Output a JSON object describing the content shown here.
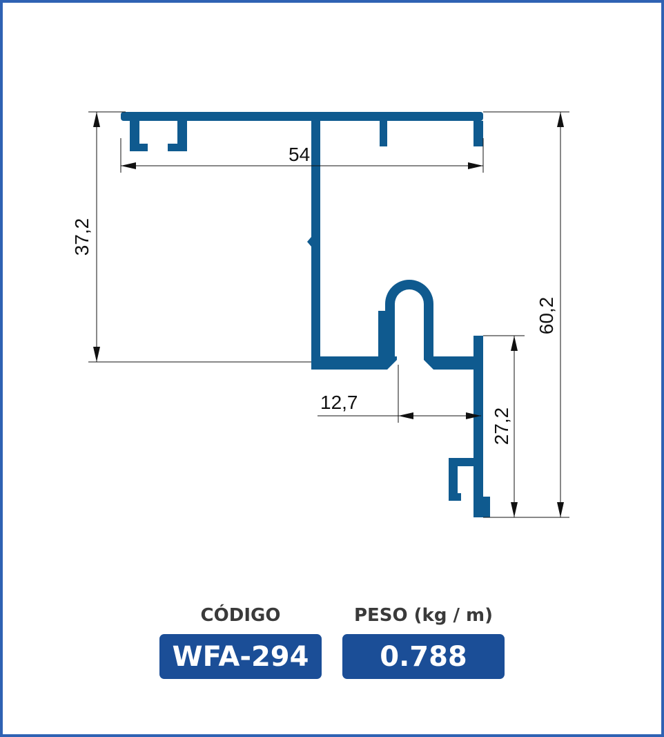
{
  "colors": {
    "frame": "#2f62b3",
    "profile_fill": "#0f5a8f",
    "badge_bg": "#1b4e97",
    "dimension_line": "#111111"
  },
  "dimensions": {
    "width_top": "54",
    "height_left": "37,2",
    "height_right_total": "60,2",
    "height_right_lower": "27,2",
    "offset_lower": "12,7"
  },
  "codigo": {
    "label": "CÓDIGO",
    "value": "WFA-294"
  },
  "peso": {
    "label": "PESO (kg / m)",
    "value": "0.788"
  }
}
